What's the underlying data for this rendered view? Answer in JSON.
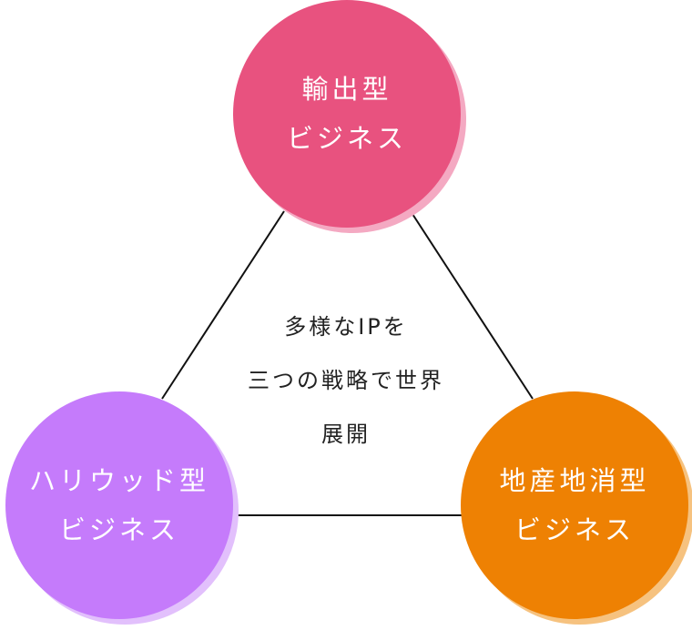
{
  "center_text": [
    "多様なIPを",
    "三つの戦略で世界",
    "展開"
  ],
  "nodes": [
    {
      "id": "export",
      "lines": [
        "輸出型",
        "ビジネス"
      ],
      "color": "#E8527F",
      "shadow": "#F4A9C2"
    },
    {
      "id": "hollywood",
      "lines": [
        "ハリウッド型",
        "ビジネス"
      ],
      "color": "#C57BFB",
      "shadow": "#E2C0FC"
    },
    {
      "id": "local",
      "lines": [
        "地産地消型",
        "ビジネス"
      ],
      "color": "#EE8103",
      "shadow": "#F6C27F"
    }
  ]
}
